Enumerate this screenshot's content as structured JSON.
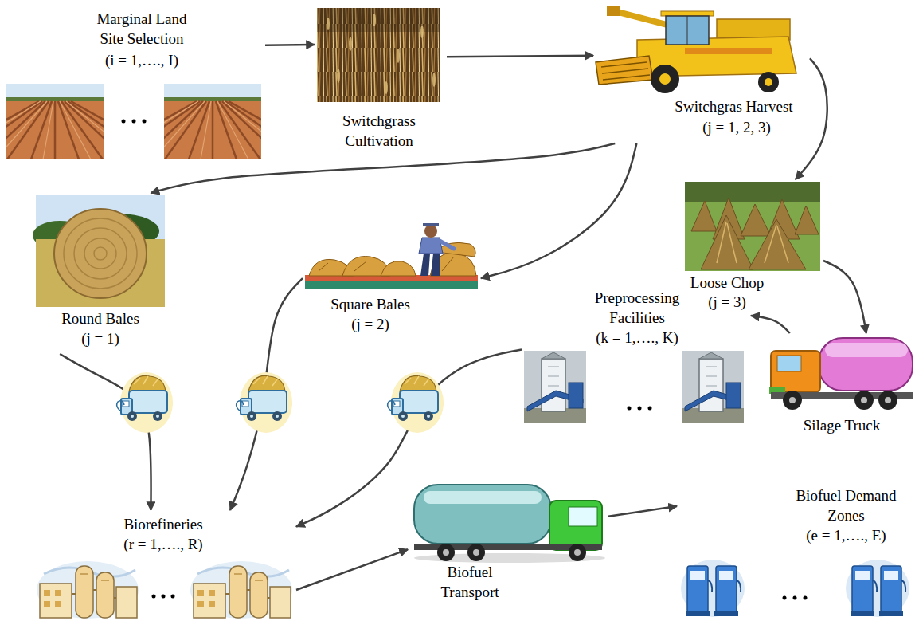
{
  "diagram": {
    "nodes": [
      {
        "text": [
          "Marginal Land Site Selection",
          "(i = 1,…., I)"
        ]
      },
      {
        "text": [
          "Switchgrass Cultivation"
        ]
      },
      {
        "text": [
          "Switchgras Harvest",
          "(j = 1, 2, 3)"
        ]
      },
      {
        "text": [
          "Loose Chop",
          "(j = 3)"
        ]
      },
      {
        "text": [
          "Round Bales",
          "(j = 1)"
        ]
      },
      {
        "text": [
          "Square Bales",
          "(j = 2)"
        ]
      },
      {
        "text": [
          "Preprocessing Facilities",
          "(k = 1,…., K)"
        ]
      },
      {
        "text": [
          "Silage Truck"
        ]
      },
      {
        "text": [
          "Biorefineries",
          "(r = 1,…., R)"
        ]
      },
      {
        "text": [
          "Biofuel Transport"
        ]
      },
      {
        "text": [
          "Biofuel Demand Zones",
          "(e = 1,…., E)"
        ]
      }
    ],
    "edges": [
      {
        "from": 0,
        "to": 1,
        "arrow": "to"
      },
      {
        "from": 1,
        "to": 2,
        "arrow": "to"
      },
      {
        "from": 2,
        "to": 4,
        "arrow": "to"
      },
      {
        "from": 2,
        "to": 5,
        "arrow": "to"
      },
      {
        "from": 2,
        "to": 3,
        "arrow": "to"
      },
      {
        "from": 3,
        "to": 7,
        "arrow": "to"
      },
      {
        "from": 7,
        "to": 6,
        "arrow": "to"
      },
      {
        "from": 4,
        "to": 8,
        "arrow": "to"
      },
      {
        "from": 5,
        "to": 8,
        "arrow": "to"
      },
      {
        "from": 6,
        "to": 8,
        "arrow": "to"
      },
      {
        "from": 8,
        "to": 9,
        "arrow": "to"
      },
      {
        "from": 9,
        "to": 10,
        "arrow": "to"
      }
    ]
  }
}
